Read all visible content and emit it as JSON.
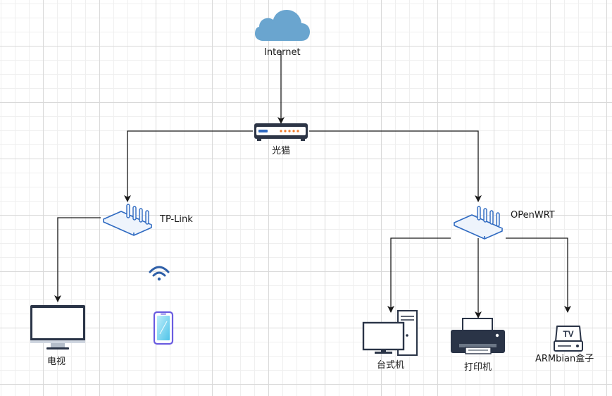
{
  "nodes": {
    "internet": "Internet",
    "onu": "光猫",
    "tplink": "TP-Link",
    "openwrt": "OPenWRT",
    "tv": "电视",
    "desktop": "台式机",
    "printer": "打印机",
    "armbian": "ARMbian盒子"
  },
  "tv_box_badge": "TV",
  "colors": {
    "cloud": "#6aa5cf",
    "router": "#2f6ac1",
    "router_fill": "#eef4fc",
    "wifi": "#2e5fa8",
    "phone": "#6a5ce0",
    "line": "#1a1a1a",
    "dark": "#253041"
  }
}
